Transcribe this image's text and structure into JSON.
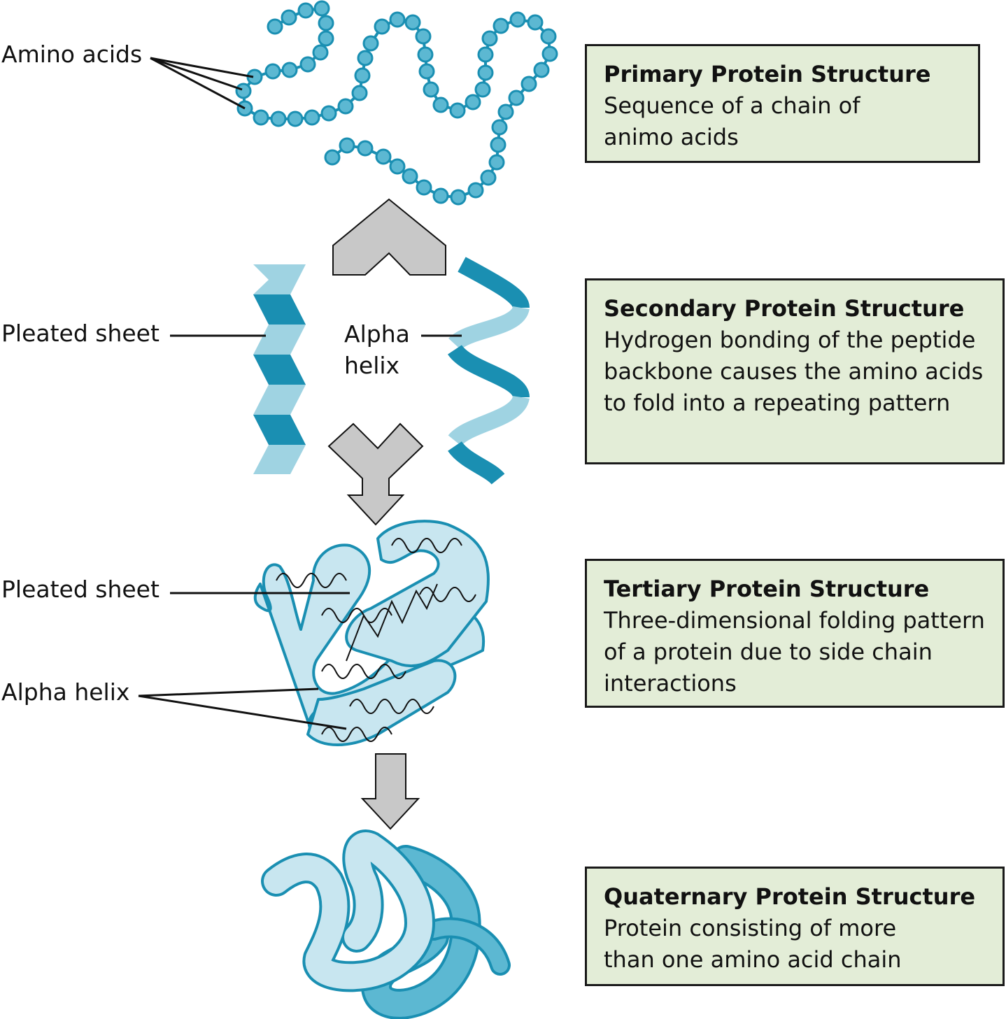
{
  "labels": {
    "amino_acids": "Amino acids",
    "pleated_sheet_secondary": "Pleated sheet",
    "alpha_helix_secondary": "Alpha helix",
    "pleated_sheet_tertiary": "Pleated sheet",
    "alpha_helix_tertiary": "Alpha helix"
  },
  "boxes": [
    {
      "title": "Primary Protein Structure",
      "text": "Sequence of a chain of animo acids"
    },
    {
      "title": "Secondary Protein Structure",
      "text": "Hydrogen bonding of the peptide backbone causes the amino acids to fold into a repeating pattern"
    },
    {
      "title": "Tertiary Protein Structure",
      "text": "Three-dimensional folding pattern of a protein due to side chain interactions"
    },
    {
      "title": "Quaternary Protein Structure",
      "text": "Protein consisting of more than one amino acid chain"
    }
  ],
  "colors": {
    "teal_dark": "#1a8fb2",
    "teal_light": "#9fd3e2",
    "bead_fill": "#5cb8d2",
    "ribbon_fill": "#c8e6f0",
    "arrow_gray": "#c8c8c8",
    "box_fill": "#e3edd7"
  }
}
